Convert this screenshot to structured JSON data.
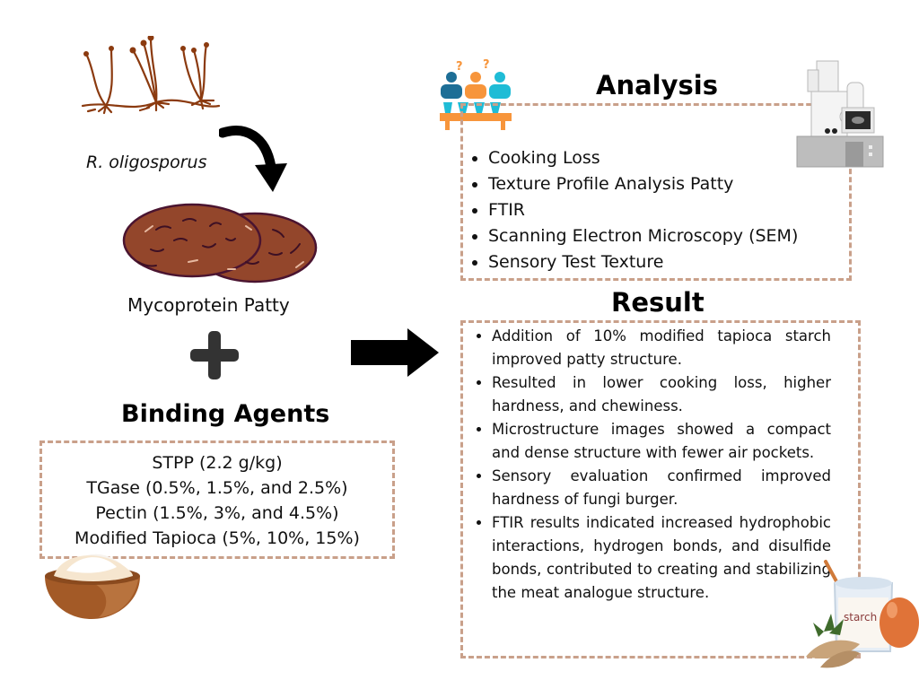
{
  "organism": {
    "label": "R. oligosporus",
    "icon": "fungus-hyphae-icon"
  },
  "patty": {
    "label": "Mycoprotein Patty",
    "icon": "patty-icon"
  },
  "plus_icon": "plus-icon",
  "binding_agents": {
    "title": "Binding Agents",
    "items": [
      "STPP (2.2 g/kg)",
      "TGase (0.5%, 1.5%, and 2.5%)",
      "Pectin (1.5%, 3%, and 4.5%)",
      "Modified Tapioca (5%, 10%, 15%)"
    ],
    "icon": "flour-bowl-icon"
  },
  "analysis": {
    "title": "Analysis",
    "items": [
      "Cooking Loss",
      "Texture Profile Analysis Patty",
      "FTIR",
      "Scanning Electron Microscopy (SEM)",
      " Sensory Test Texture"
    ],
    "icons": [
      "sensory-panel-icon",
      "electron-microscope-icon"
    ]
  },
  "result": {
    "title": "Result",
    "items": [
      "Addition of 10% modified tapioca starch improved patty structure.",
      "Resulted in lower cooking loss, higher hardness, and chewiness.",
      "Microstructure images showed a compact and dense structure with fewer air pockets.",
      "Sensory evaluation confirmed improved hardness of fungi burger.",
      "FTIR results indicated increased hydrophobic interactions, hydrogen bonds, and disulfide bonds, contributed to creating and stabilizing the meat analogue structure."
    ],
    "starch_jar_label": "starch",
    "icon": "tapioca-starch-jar-icon"
  },
  "colors": {
    "dash_border": "#c9a08a",
    "patty": "#93462b",
    "patty_outline": "#4a1430",
    "hyphae": "#8b3a0f",
    "panel_blue_dark": "#1d6e96",
    "panel_orange": "#f7953b",
    "panel_cyan": "#1fbcd6"
  }
}
